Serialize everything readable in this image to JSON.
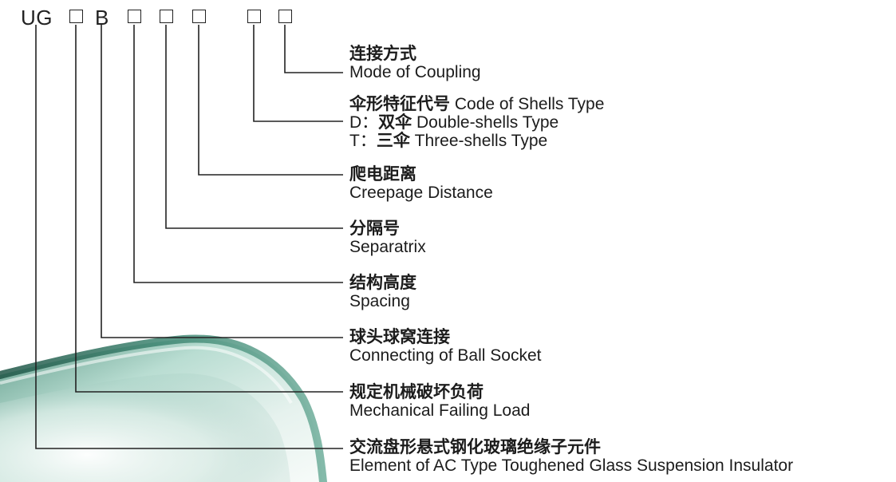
{
  "code": {
    "prefix": "UG",
    "letter_b": "B"
  },
  "descriptions": [
    {
      "cn": "连接方式",
      "en": "Mode of Coupling"
    },
    {
      "cn": "伞形特征代号",
      "en": "Code of Shells Type",
      "options": [
        {
          "code": "D：",
          "cn": "双伞",
          "en": "Double-shells Type"
        },
        {
          "code": "T：",
          "cn": "三伞",
          "en": "Three-shells Type"
        }
      ]
    },
    {
      "cn": "爬电距离",
      "en": "Creepage Distance"
    },
    {
      "cn": "分隔号",
      "en": "Separatrix"
    },
    {
      "cn": "结构高度",
      "en": "Spacing"
    },
    {
      "cn": "球头球窝连接",
      "en": "Connecting of Ball Socket"
    },
    {
      "cn": "规定机械破坏负荷",
      "en": "Mechanical Failing Load"
    },
    {
      "cn": "交流盘形悬式钢化玻璃绝缘子元件",
      "en": "Element of AC Type Toughened Glass Suspension Insulator"
    }
  ],
  "colors": {
    "text": "#1c1c1c",
    "line": "#222222",
    "glass_dark": "#2f6b5a",
    "glass_light": "#9fc8bd"
  }
}
